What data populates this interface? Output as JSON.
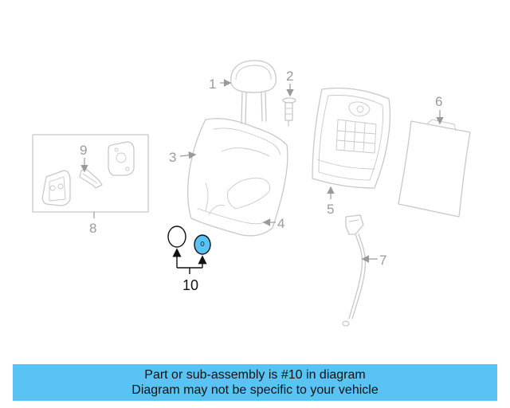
{
  "diagram": {
    "callouts": {
      "part_1": "1",
      "part_2": "2",
      "part_3": "3",
      "part_4": "4",
      "part_5": "5",
      "part_6": "6",
      "part_7": "7",
      "part_8": "8",
      "part_9": "9",
      "part_10": "10"
    },
    "highlight_color": "#59c4f4",
    "highlighted_part": "10"
  },
  "banner": {
    "line1": "Part or sub-assembly is #10 in diagram",
    "line2": "Diagram may not be specific to your vehicle",
    "background": "#59c4f4"
  }
}
